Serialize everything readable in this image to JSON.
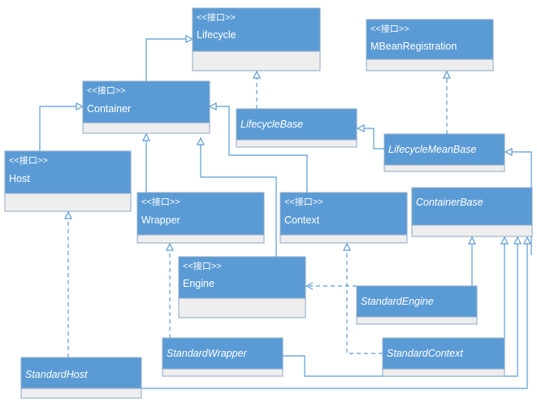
{
  "stereotype_label": "<<接口>>",
  "classes": {
    "lifecycle": {
      "name": "Lifecycle",
      "stereotype": "<<接口>>",
      "abstract": false
    },
    "mbean_registration": {
      "name": "MBeanRegistration",
      "stereotype": "<<接口>>",
      "abstract": false
    },
    "container": {
      "name": "Container",
      "stereotype": "<<接口>>",
      "abstract": false
    },
    "lifecycle_base": {
      "name": "LifecycleBase",
      "stereotype": "",
      "abstract": true
    },
    "lifecycle_mbean_base": {
      "name": "LifecycleMeanBase",
      "stereotype": "",
      "abstract": true
    },
    "host": {
      "name": "Host",
      "stereotype": "<<接口>>",
      "abstract": false
    },
    "wrapper": {
      "name": "Wrapper",
      "stereotype": "<<接口>>",
      "abstract": false
    },
    "context": {
      "name": "Context",
      "stereotype": "<<接口>>",
      "abstract": false
    },
    "container_base": {
      "name": "ContainerBase",
      "stereotype": "",
      "abstract": true
    },
    "engine": {
      "name": "Engine",
      "stereotype": "<<接口>>",
      "abstract": false
    },
    "standard_engine": {
      "name": "StandardEngine",
      "stereotype": "",
      "abstract": true
    },
    "standard_wrapper": {
      "name": "StandardWrapper",
      "stereotype": "",
      "abstract": true
    },
    "standard_context": {
      "name": "StandardContext",
      "stereotype": "",
      "abstract": true
    },
    "standard_host": {
      "name": "StandardHost",
      "stereotype": "",
      "abstract": true
    }
  },
  "relations": [
    {
      "from": "container",
      "to": "lifecycle",
      "kind": "generalization"
    },
    {
      "from": "lifecycle_base",
      "to": "lifecycle",
      "kind": "realization"
    },
    {
      "from": "lifecycle_mbean_base",
      "to": "mbean_registration",
      "kind": "realization"
    },
    {
      "from": "lifecycle_mbean_base",
      "to": "lifecycle_base",
      "kind": "generalization"
    },
    {
      "from": "host",
      "to": "container",
      "kind": "generalization"
    },
    {
      "from": "wrapper",
      "to": "container",
      "kind": "generalization"
    },
    {
      "from": "context",
      "to": "container",
      "kind": "generalization"
    },
    {
      "from": "engine",
      "to": "container",
      "kind": "generalization"
    },
    {
      "from": "container_base",
      "to": "lifecycle_mbean_base",
      "kind": "generalization"
    },
    {
      "from": "standard_host",
      "to": "host",
      "kind": "realization"
    },
    {
      "from": "standard_wrapper",
      "to": "wrapper",
      "kind": "realization"
    },
    {
      "from": "standard_context",
      "to": "context",
      "kind": "realization"
    },
    {
      "from": "standard_engine",
      "to": "engine",
      "kind": "dependency"
    },
    {
      "from": "standard_engine",
      "to": "container_base",
      "kind": "generalization"
    },
    {
      "from": "standard_context",
      "to": "container_base",
      "kind": "generalization"
    },
    {
      "from": "standard_wrapper",
      "to": "container_base",
      "kind": "generalization"
    },
    {
      "from": "standard_host",
      "to": "container_base",
      "kind": "generalization"
    }
  ],
  "colors": {
    "header": "#5b9bd5",
    "body": "#eeeeee",
    "line": "#5b9bd5",
    "text": "#ffffff"
  }
}
